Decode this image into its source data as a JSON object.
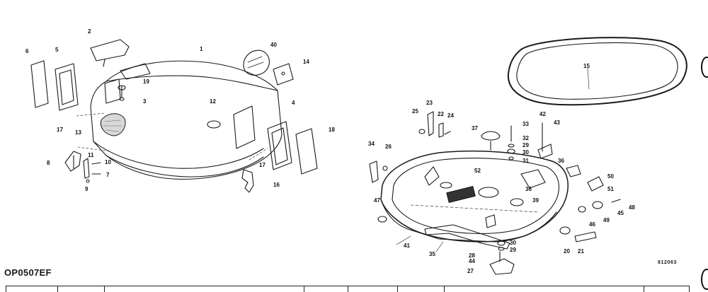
{
  "figure": {
    "caption": "OP0507EF",
    "drawing_code": "812063"
  },
  "callouts": [
    {
      "key": "c1",
      "label": "1"
    },
    {
      "key": "c2",
      "label": "2"
    },
    {
      "key": "c3",
      "label": "3"
    },
    {
      "key": "c4",
      "label": "4"
    },
    {
      "key": "c5",
      "label": "5"
    },
    {
      "key": "c6",
      "label": "6"
    },
    {
      "key": "c7",
      "label": "7"
    },
    {
      "key": "c8",
      "label": "8"
    },
    {
      "key": "c9",
      "label": "9"
    },
    {
      "key": "c10",
      "label": "10"
    },
    {
      "key": "c11",
      "label": "11"
    },
    {
      "key": "c12",
      "label": "12"
    },
    {
      "key": "c13",
      "label": "13"
    },
    {
      "key": "c14",
      "label": "14"
    },
    {
      "key": "c15",
      "label": "15"
    },
    {
      "key": "c16",
      "label": "16"
    },
    {
      "key": "c17a",
      "label": "17"
    },
    {
      "key": "c17b",
      "label": "17"
    },
    {
      "key": "c18",
      "label": "18"
    },
    {
      "key": "c19",
      "label": "19"
    },
    {
      "key": "c20",
      "label": "20"
    },
    {
      "key": "c21",
      "label": "21"
    },
    {
      "key": "c22",
      "label": "22"
    },
    {
      "key": "c23",
      "label": "23"
    },
    {
      "key": "c24",
      "label": "24"
    },
    {
      "key": "c25",
      "label": "25"
    },
    {
      "key": "c26",
      "label": "26"
    },
    {
      "key": "c27",
      "label": "27"
    },
    {
      "key": "c28",
      "label": "28"
    },
    {
      "key": "c29a",
      "label": "29"
    },
    {
      "key": "c29b",
      "label": "29"
    },
    {
      "key": "c30a",
      "label": "30"
    },
    {
      "key": "c30b",
      "label": "30"
    },
    {
      "key": "c31",
      "label": "31"
    },
    {
      "key": "c32",
      "label": "32"
    },
    {
      "key": "c33",
      "label": "33"
    },
    {
      "key": "c34",
      "label": "34"
    },
    {
      "key": "c35",
      "label": "35"
    },
    {
      "key": "c36",
      "label": "36"
    },
    {
      "key": "c36b",
      "label": "36"
    },
    {
      "key": "c37",
      "label": "37"
    },
    {
      "key": "c39",
      "label": "39"
    },
    {
      "key": "c40",
      "label": "40"
    },
    {
      "key": "c41",
      "label": "41"
    },
    {
      "key": "c42",
      "label": "42"
    },
    {
      "key": "c43",
      "label": "43"
    },
    {
      "key": "c44",
      "label": "44"
    },
    {
      "key": "c45",
      "label": "45"
    },
    {
      "key": "c46",
      "label": "46"
    },
    {
      "key": "c47",
      "label": "47"
    },
    {
      "key": "c48",
      "label": "48"
    },
    {
      "key": "c49",
      "label": "49"
    },
    {
      "key": "c50",
      "label": "50"
    },
    {
      "key": "c51",
      "label": "51"
    },
    {
      "key": "c52",
      "label": "52"
    }
  ]
}
